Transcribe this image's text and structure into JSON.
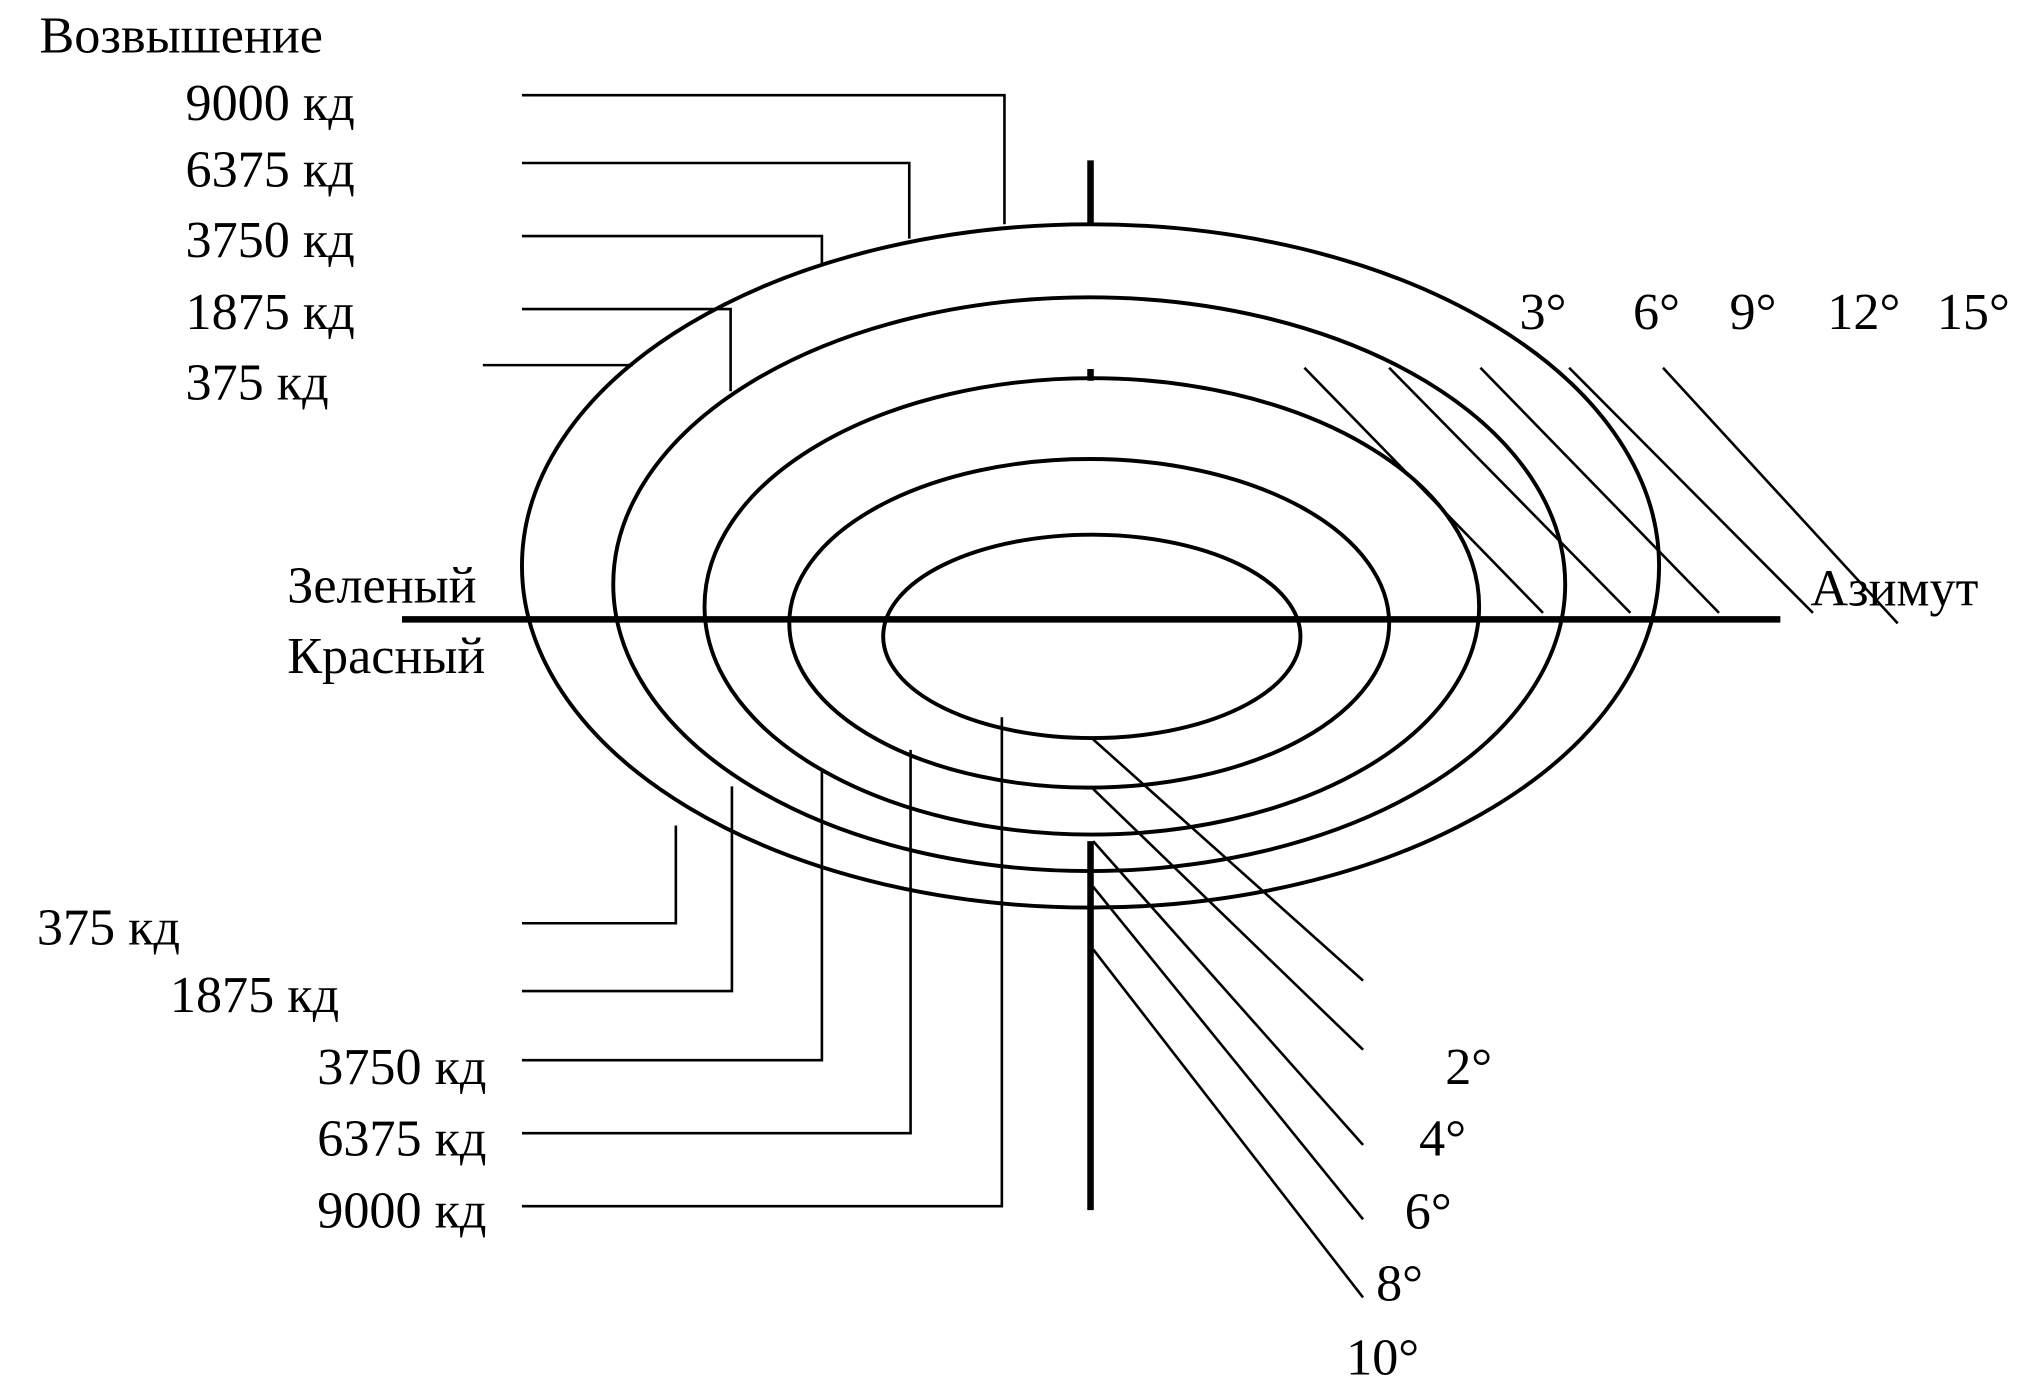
{
  "elevation_title": "Возвышение",
  "azimuth_title": "Азимут",
  "green_label": "Зеленый",
  "red_label": "Красный",
  "top_intensity_labels": [
    "9000 кд",
    "6375 кд",
    "3750 кд",
    "1875 кд",
    "375 кд"
  ],
  "bottom_intensity_labels": [
    "375 кд",
    "1875 кд",
    "3750 кд",
    "6375 кд",
    "9000 кд"
  ],
  "azimuth_angles": [
    "3°",
    "6°",
    "9°",
    "12°",
    "15°"
  ],
  "elevation_angles": [
    "2°",
    "4°",
    "6°",
    "8°",
    "10°"
  ]
}
